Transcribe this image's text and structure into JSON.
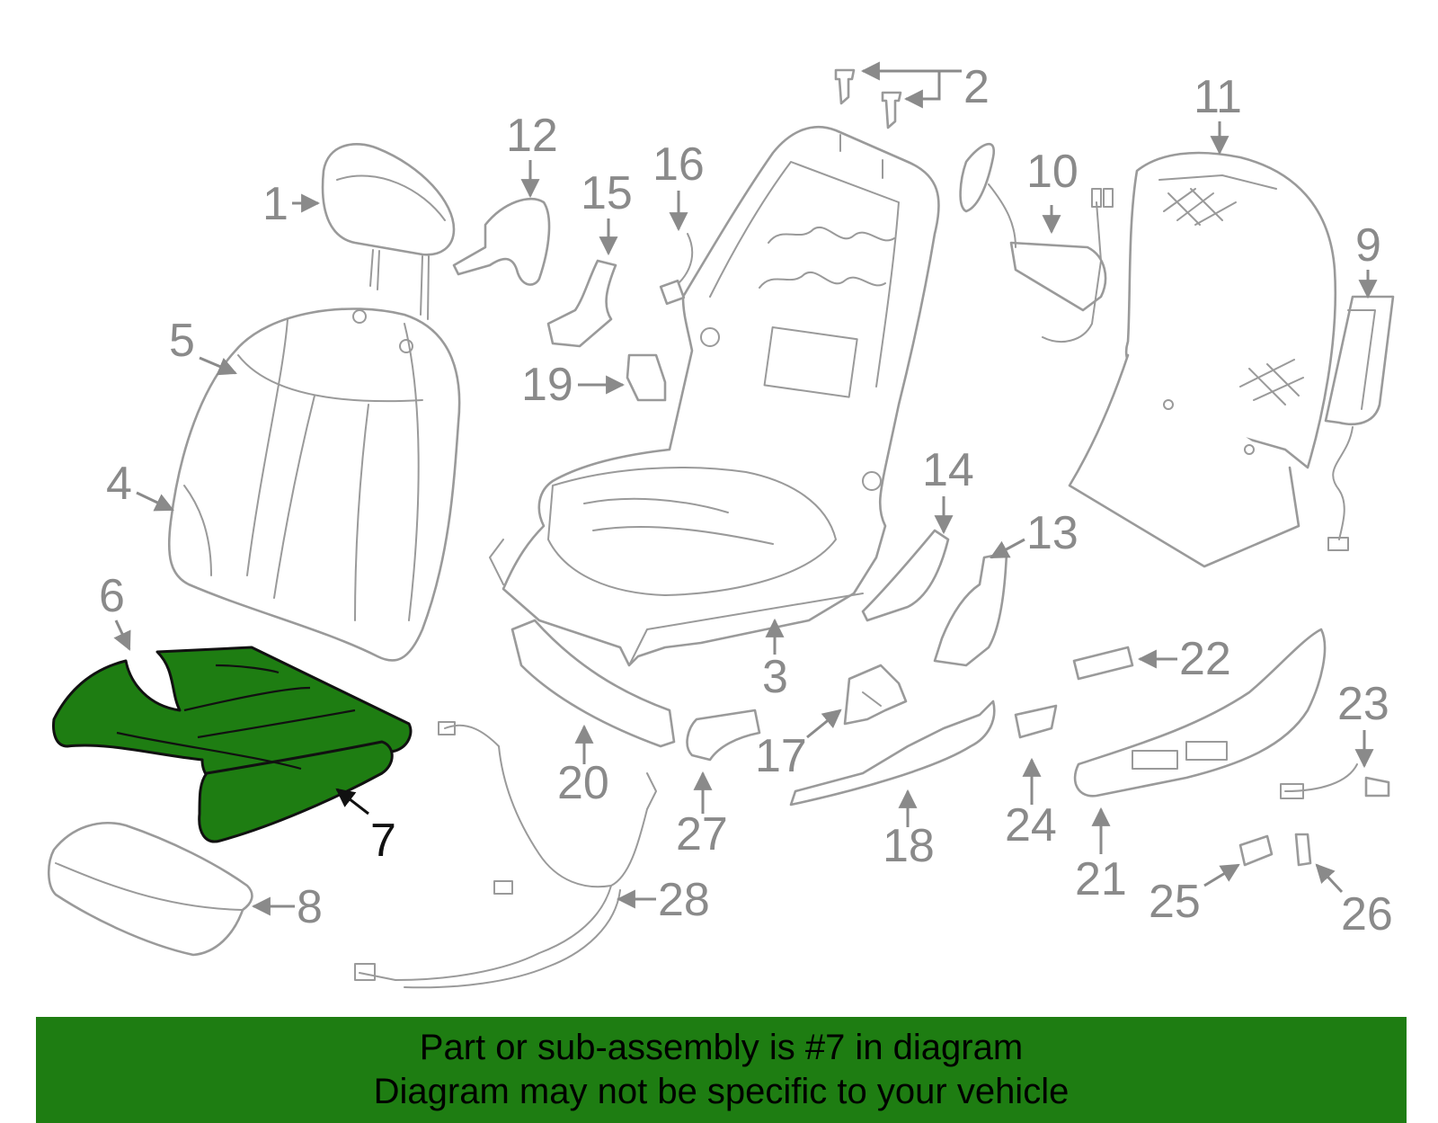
{
  "callouts": [
    "1",
    "2",
    "3",
    "4",
    "5",
    "6",
    "7",
    "8",
    "9",
    "10",
    "11",
    "12",
    "13",
    "14",
    "15",
    "16",
    "17",
    "18",
    "19",
    "20",
    "21",
    "22",
    "23",
    "24",
    "25",
    "26",
    "27",
    "28"
  ],
  "highlighted_callout": "7",
  "colors": {
    "highlight": "#1e7d12",
    "banner": "#1e7d12",
    "line_art": "#9a9a9a",
    "label": "#8a8a8a"
  },
  "banner": {
    "line1": "Part or sub-assembly is #7 in diagram",
    "line2": "Diagram may not be specific to your vehicle"
  }
}
